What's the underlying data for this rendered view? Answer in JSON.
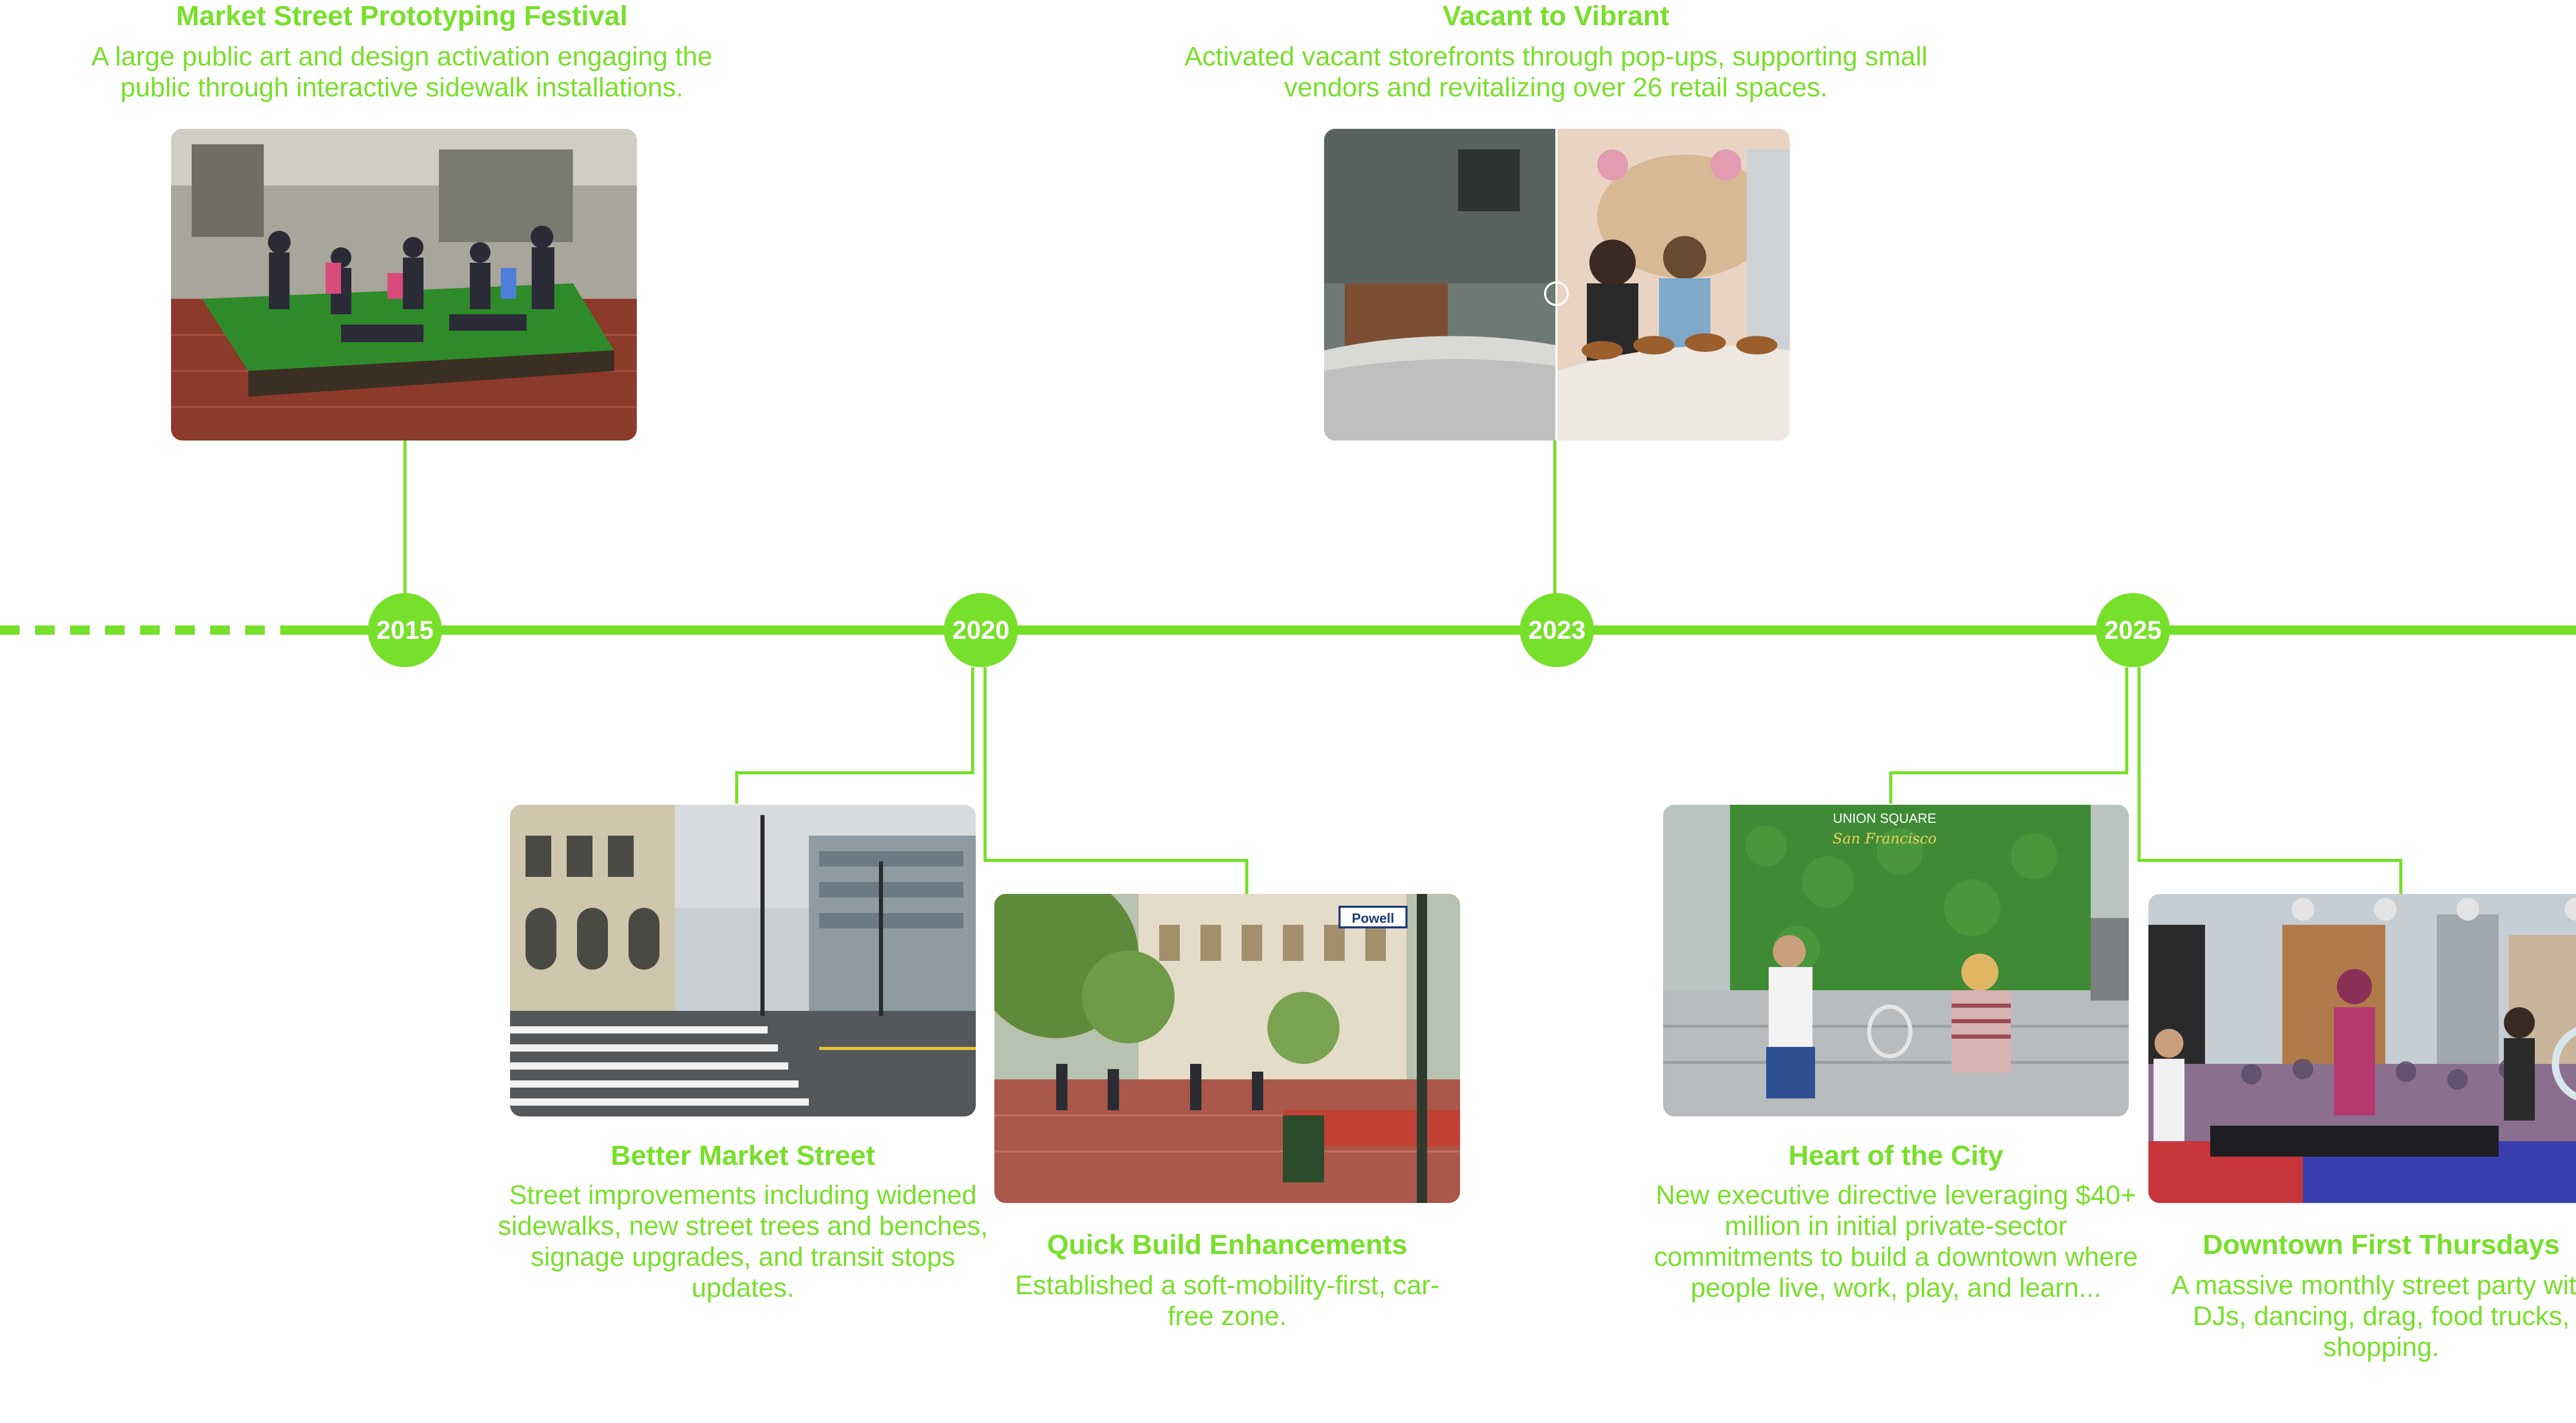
{
  "colors": {
    "accent": "#77e02a",
    "year_text": "#ffffff",
    "background": "#ffffff"
  },
  "timeline": {
    "years": [
      "2015",
      "2020",
      "2023",
      "2025"
    ]
  },
  "events": {
    "market_street_festival": {
      "title": "Market Street Prototyping Festival",
      "description": "A large public art and design activation engaging the public through interactive sidewalk installations."
    },
    "vacant_to_vibrant": {
      "title": "Vacant to Vibrant",
      "description": "Activated vacant storefronts through pop-ups, supporting small vendors and revitalizing over 26 retail spaces."
    },
    "better_market_street": {
      "title": "Better Market Street",
      "description": "Street improvements including widened sidewalks, new street trees and benches, signage upgrades, and transit stops updates."
    },
    "quick_build": {
      "title": "Quick Build Enhancements",
      "description": "Established a soft-mobility-first, car-free zone."
    },
    "heart_of_city": {
      "title": "Heart of the City",
      "description": "New executive directive leveraging $40+ million in initial private-sector commitments to build a downtown where people live, work, play, and learn..."
    },
    "downtown_first_thursdays": {
      "title": "Downtown First Thursdays",
      "description": "A massive monthly street party with DJs, dancing, drag, food trucks, shopping."
    }
  },
  "photo_signage": {
    "union_square_line1": "UNION SQUARE",
    "union_square_line2": "San Francisco",
    "street_sign": "Powell"
  }
}
